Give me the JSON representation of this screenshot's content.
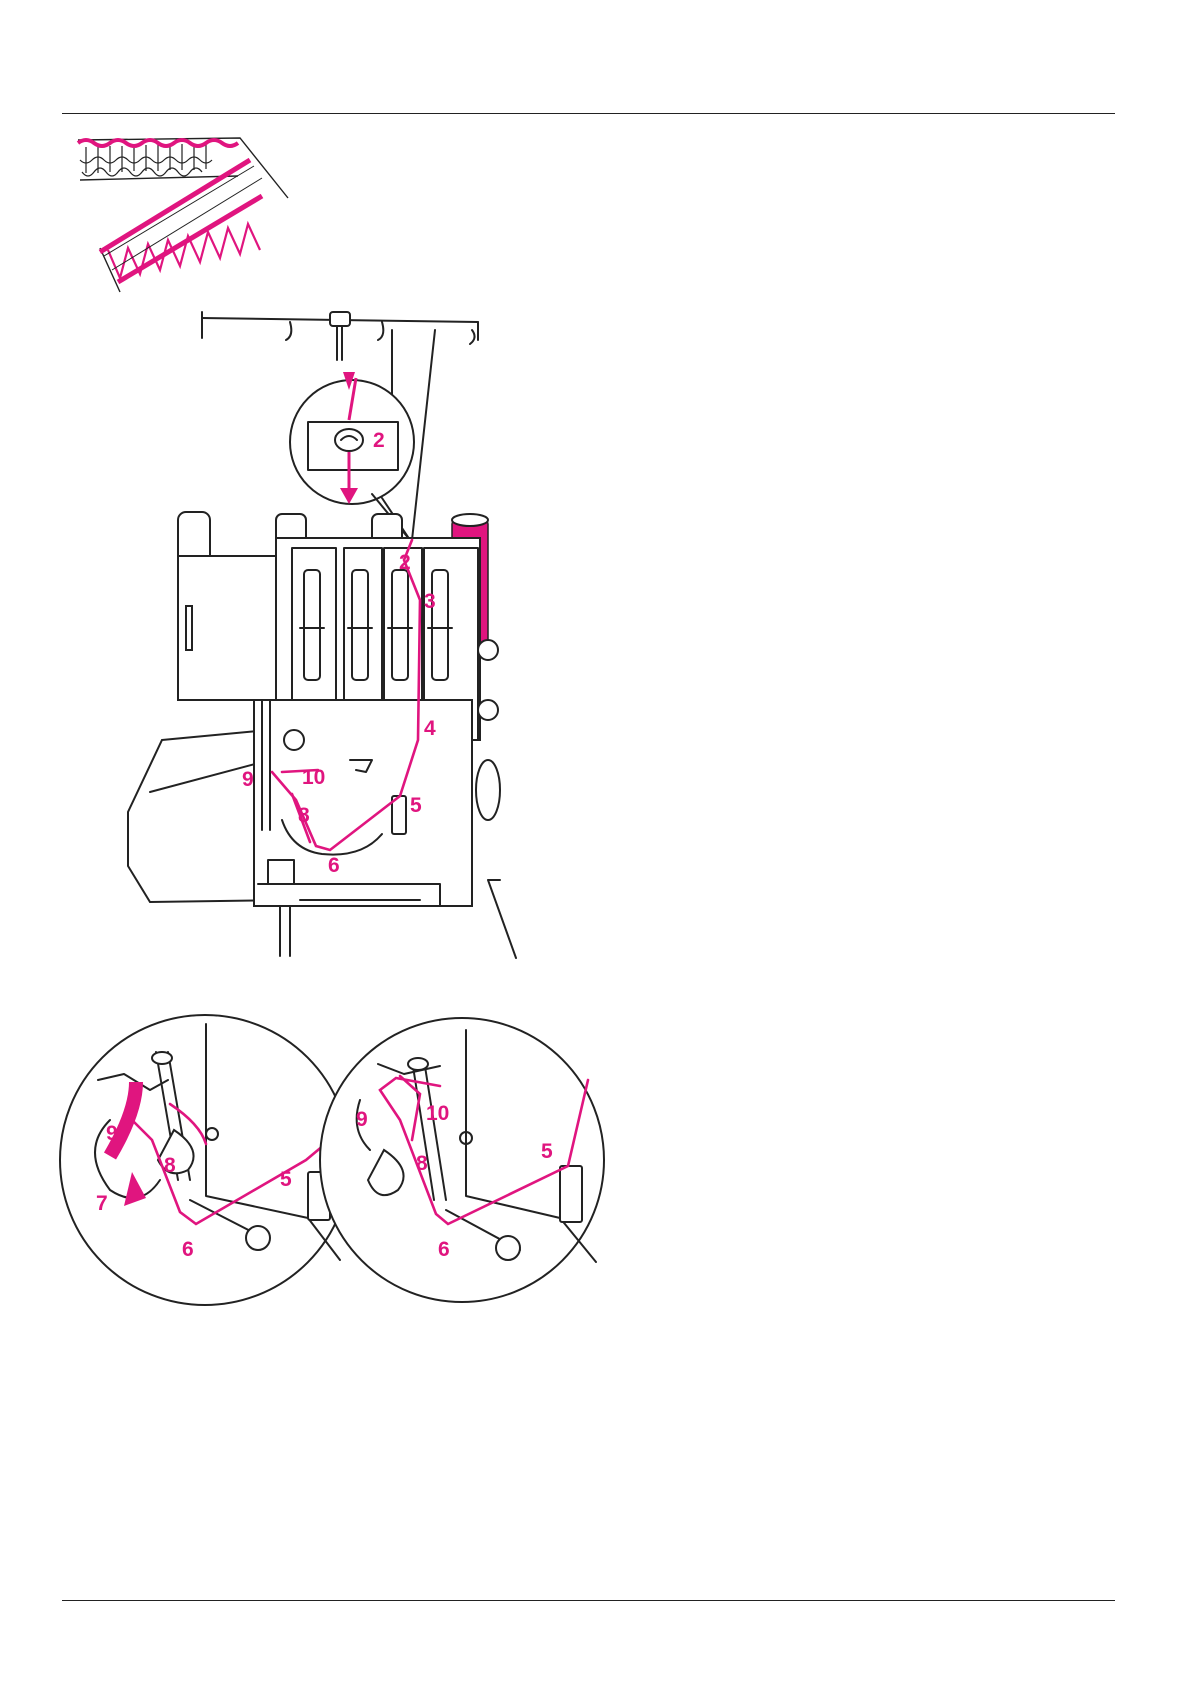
{
  "colors": {
    "thread": "#e0157f",
    "ink": "#222222",
    "paper": "#ffffff"
  },
  "main_figure": {
    "callouts": {
      "c2_inset": "2",
      "c2": "2",
      "c3": "3",
      "c4": "4",
      "c5": "5",
      "c6": "6",
      "c8": "8",
      "c9": "9",
      "c10": "10"
    }
  },
  "detail_left": {
    "callouts": {
      "c5": "5",
      "c6": "6",
      "c7": "7",
      "c8": "8",
      "c9": "9"
    }
  },
  "detail_right": {
    "callouts": {
      "c5": "5",
      "c6": "6",
      "c8": "8",
      "c9": "9",
      "c10": "10"
    }
  }
}
